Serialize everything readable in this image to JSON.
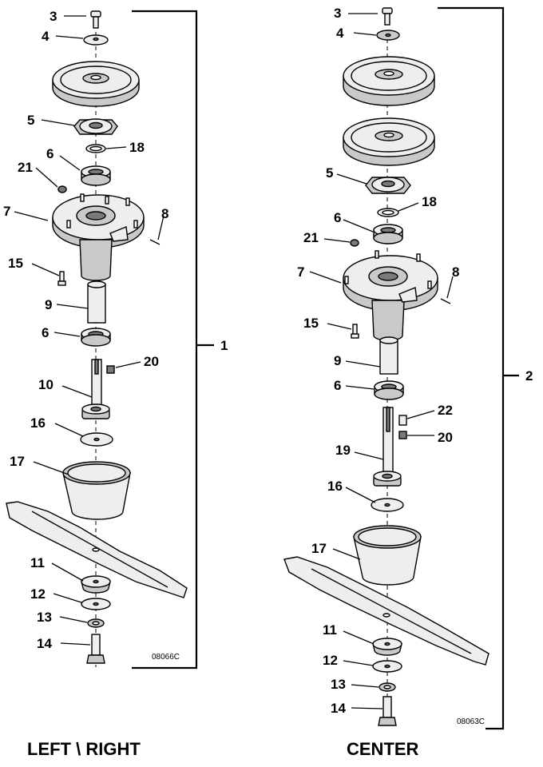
{
  "assemblies": {
    "left_right": {
      "caption": "LEFT \\ RIGHT",
      "code": "08066C",
      "group_number": "1",
      "callouts": {
        "p3": "3",
        "p4": "4",
        "p5": "5",
        "p18": "18",
        "p6a": "6",
        "p21": "21",
        "p7": "7",
        "p8": "8",
        "p15": "15",
        "p9": "9",
        "p6b": "6",
        "p20": "20",
        "p10": "10",
        "p16": "16",
        "p17": "17",
        "p11": "11",
        "p12": "12",
        "p13": "13",
        "p14": "14"
      }
    },
    "center": {
      "caption": "CENTER",
      "code": "08063C",
      "group_number": "2",
      "callouts": {
        "p3": "3",
        "p4": "4",
        "p5": "5",
        "p18": "18",
        "p6a": "6",
        "p21": "21",
        "p7": "7",
        "p8": "8",
        "p15": "15",
        "p9": "9",
        "p6b": "6",
        "p22": "22",
        "p20": "20",
        "p19": "19",
        "p16": "16",
        "p17": "17",
        "p11": "11",
        "p12": "12",
        "p13": "13",
        "p14": "14"
      }
    }
  }
}
